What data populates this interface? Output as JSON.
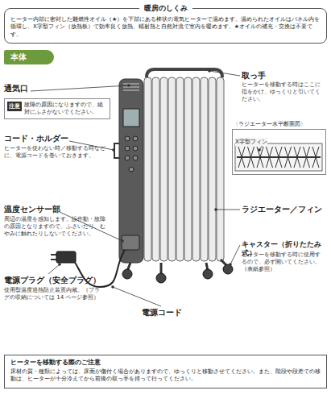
{
  "diagram": {
    "nodes": [
      {
        "text": [
          "暖房のしくみ",
          "ヒーター内部に密封した難燃性オイル（★）を下部にある棒状の電気ヒーターで温めます。温められたオイルはパネル内を循環し、X字型フィン（放熱板）で効率良く放熱、輻射熱と自然対流で室内を暖めます。★オイルの補充・交換は不要です。"
        ]
      },
      {
        "text": [
          "本体"
        ]
      },
      {
        "text": [
          "注意",
          "故障の原因になりますので、絶対にふさがないでください。"
        ]
      },
      {
        "text": [
          "〈ラジエーター水平断面図〉",
          "X字型フィン"
        ]
      },
      {
        "text": [
          "ヒーターを移動する際のご注意",
          "床材の質・種類によっては、床面が傷付く場合がありますので、ゆっくりと移動させてください。また、階段や段差での移動は、ヒーターが十分冷えてから前後の取っ手を持って行ってください。"
        ]
      }
    ],
    "labels": [
      "通気口",
      "コード・ホルダー",
      "ヒーターを使わない時／移動する時などに、電源コードを巻いておきます。",
      "温度センサー部",
      "周辺の温度を感知します。誤作動・故障の原因となりますので、ふさいだり、むやみに触れたりしないでください。",
      "電源プラグ（安全プラグ）",
      "使用型温度過熱防止装置内蔵。（プラグの収納については 14 ページ参照）",
      "電源コード",
      "取っ手",
      "ヒーターを移動する時はここに指をかけ、ゆっくりと引いてください。",
      "ラジエーター／フィン",
      "キャスター（折りたたみ式）",
      "ヒーターを移動する時に使用するので、必ず開いてください。（表紙参照）"
    ]
  }
}
